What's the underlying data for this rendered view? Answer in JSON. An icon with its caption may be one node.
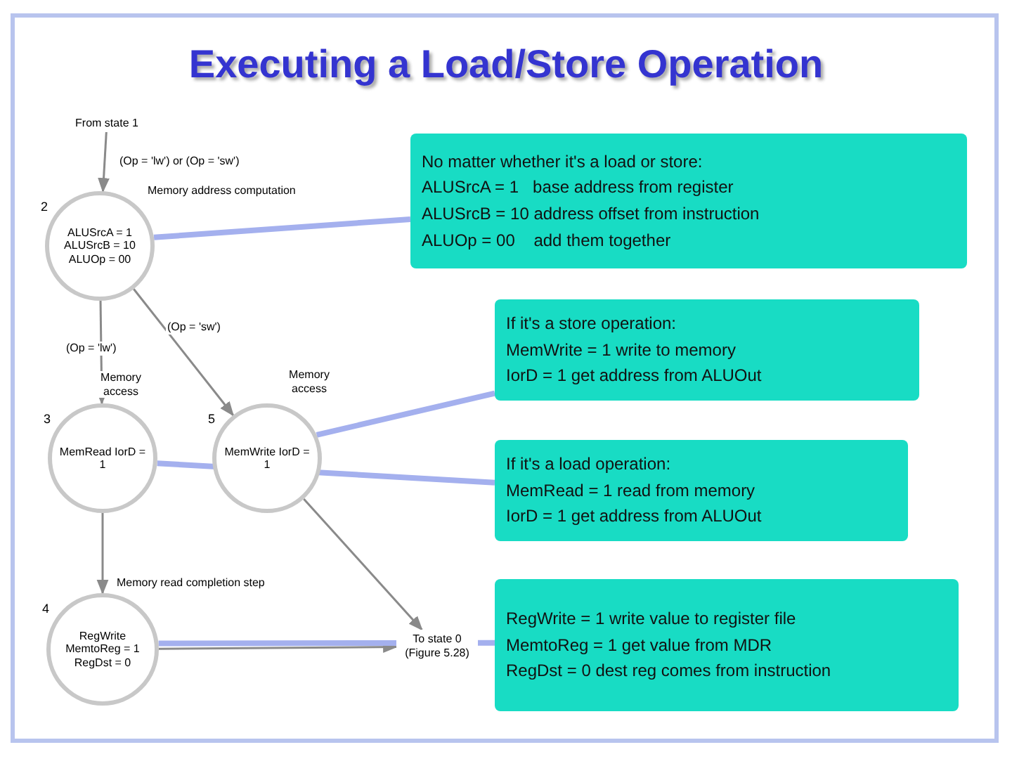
{
  "diagram": {
    "title": "Executing a Load/Store Operation",
    "nodes": [
      {
        "text": [
          "From state 1"
        ]
      },
      {
        "text": [
          "ALUSrcA = 1 ALUSrcB = 10 ALUOp = 00"
        ],
        "beside": [
          "2"
        ]
      },
      {
        "text": [
          "No matter whether it's a load or store:",
          "ALUSrcA = 1   base address from register",
          "ALUSrcB = 10 address offset from instruction",
          "ALUOp = 00    add them together"
        ]
      },
      {
        "text": [
          "If it's a store operation:",
          "MemWrite = 1 write to memory",
          "IorD = 1 get address from ALUOut"
        ]
      },
      {
        "text": [
          "MemRead IorD = 1"
        ],
        "beside": [
          "3"
        ]
      },
      {
        "text": [
          "MemWrite IorD = 1"
        ],
        "beside": [
          "5"
        ]
      },
      {
        "text": [
          "If it's a load operation:",
          "MemRead = 1 read from memory",
          "IorD = 1 get address from ALUOut"
        ]
      },
      {
        "text": [
          "RegWrite MemtoReg = 1 RegDst = 0"
        ],
        "beside": [
          "4"
        ]
      },
      {
        "text": [
          "To state 0 (Figure 5.28)"
        ]
      },
      {
        "text": [
          "RegWrite = 1 write value to register file",
          "MemtoReg = 1 get value from MDR",
          "RegDst = 0 dest reg comes from instruction"
        ]
      }
    ],
    "edges": [
      {
        "from": 0,
        "to": 1,
        "arrow": "to",
        "label": "(Op = 'lw') or (Op = 'sw')"
      },
      {
        "from": 1,
        "to": 4,
        "arrow": "to",
        "label": "(Op = 'lw')"
      },
      {
        "from": 1,
        "to": 5,
        "arrow": "to",
        "label": "(Op = 'sw')"
      },
      {
        "from": 4,
        "to": 7,
        "arrow": "to"
      },
      {
        "from": 7,
        "to": 8,
        "arrow": "to"
      },
      {
        "from": 5,
        "to": 8,
        "arrow": "to"
      },
      {
        "from": 2,
        "to": 1,
        "arrow": "none",
        "style": "thick",
        "color": "#a4b0ee"
      },
      {
        "from": 3,
        "to": 5,
        "arrow": "none",
        "style": "thick",
        "color": "#a4b0ee"
      },
      {
        "from": 6,
        "to": 4,
        "arrow": "none",
        "style": "thick",
        "color": "#a4b0ee"
      },
      {
        "from": 9,
        "to": 7,
        "arrow": "none",
        "style": "thick",
        "color": "#a4b0ee"
      }
    ],
    "labels": [
      "Memory address computation",
      "Memory access",
      "Memory access",
      "Memory read completion step"
    ]
  }
}
